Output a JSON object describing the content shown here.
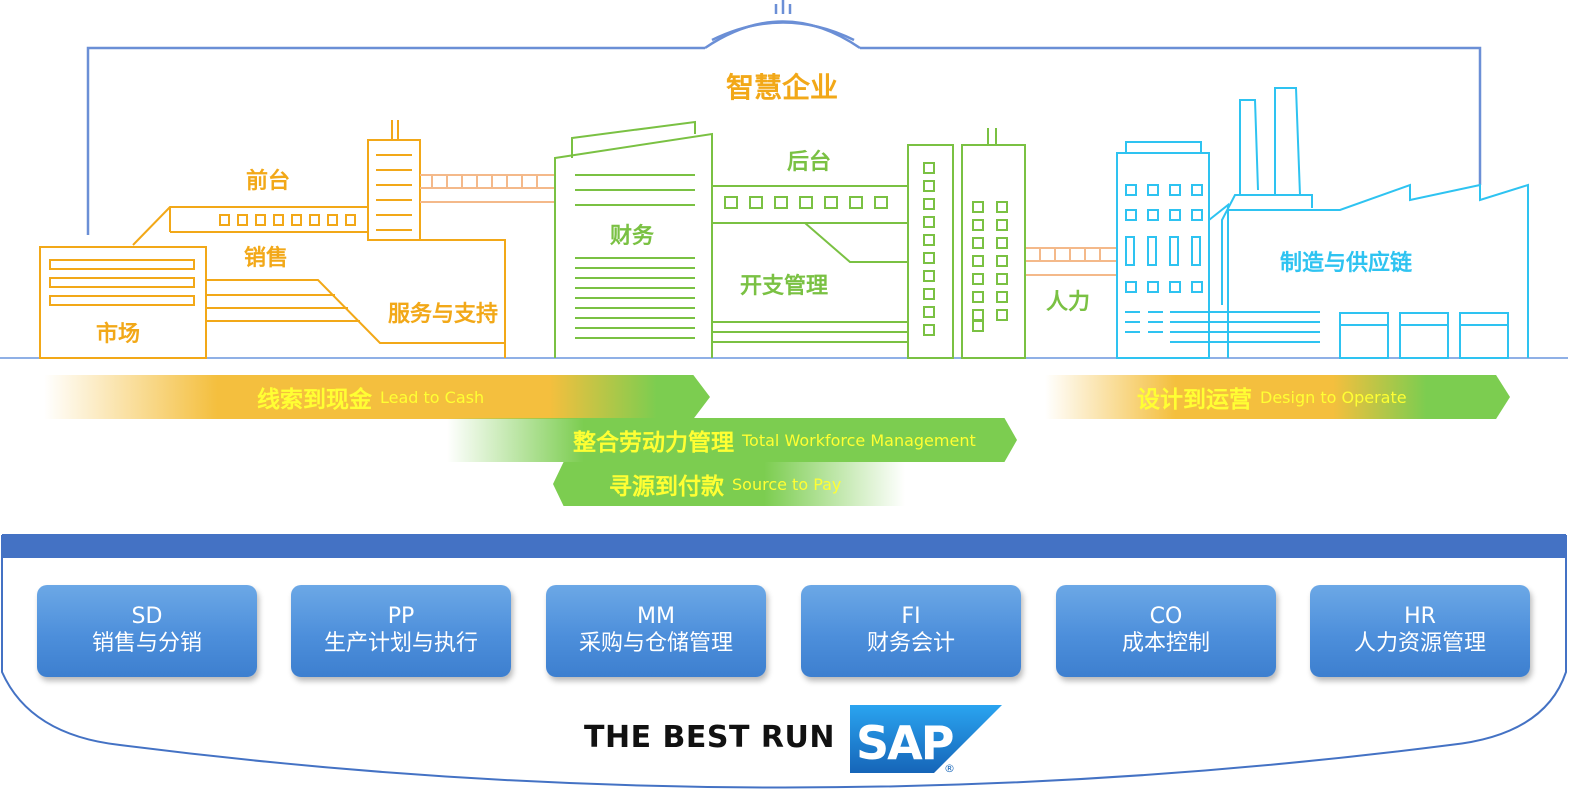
{
  "title": "智慧企业",
  "departments": {
    "front_office": "前台",
    "sales": "销售",
    "marketing": "市场",
    "service_support": "服务与支持",
    "finance": "财务",
    "back_office": "后台",
    "spend_management": "开支管理",
    "human_resources": "人力",
    "manufacturing_supply_chain": "制造与供应链"
  },
  "flows": [
    {
      "zh": "线索到现金",
      "en": "Lead to Cash"
    },
    {
      "zh": "整合劳动力管理",
      "en": "Total Workforce Management"
    },
    {
      "zh": "寻源到付款",
      "en": "Source to Pay"
    },
    {
      "zh": "设计到运营",
      "en": "Design to Operate"
    }
  ],
  "modules": [
    {
      "code": "SD",
      "name": "销售与分销"
    },
    {
      "code": "PP",
      "name": "生产计划与执行"
    },
    {
      "code": "MM",
      "name": "采购与仓储管理"
    },
    {
      "code": "FI",
      "name": "财务会计"
    },
    {
      "code": "CO",
      "name": "成本控制"
    },
    {
      "code": "HR",
      "name": "人力资源管理"
    }
  ],
  "branding": {
    "tagline": "THE BEST RUN",
    "logo_text": "SAP",
    "registered_mark": "®"
  },
  "colors": {
    "front_office": "#f2a818",
    "back_office": "#7ac143",
    "manufacturing": "#2ec3f1",
    "frame": "#6b8fd6",
    "module_bar": "#4472c4",
    "sap_blue": "#1a73c8"
  }
}
